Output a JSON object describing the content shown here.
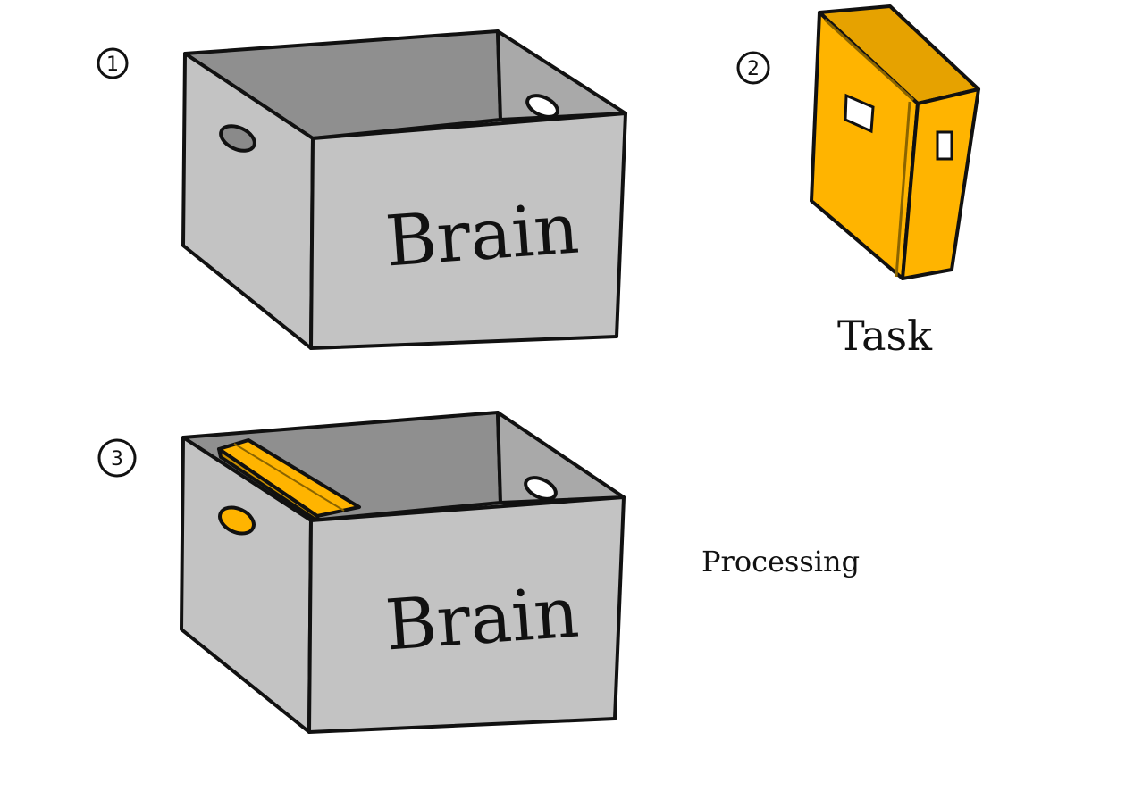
{
  "steps": [
    {
      "marker": "1",
      "box_label": "Brain"
    },
    {
      "marker": "2",
      "caption": "Task"
    },
    {
      "marker": "3",
      "box_label": "Brain",
      "caption": "Processing"
    }
  ],
  "colors": {
    "box_front": "#c3c3c3",
    "box_inside": "#8f8f8f",
    "box_inner_side": "#a9a9a9",
    "task": "#ffb400",
    "task_dark": "#c98f00",
    "ink": "#111111"
  }
}
